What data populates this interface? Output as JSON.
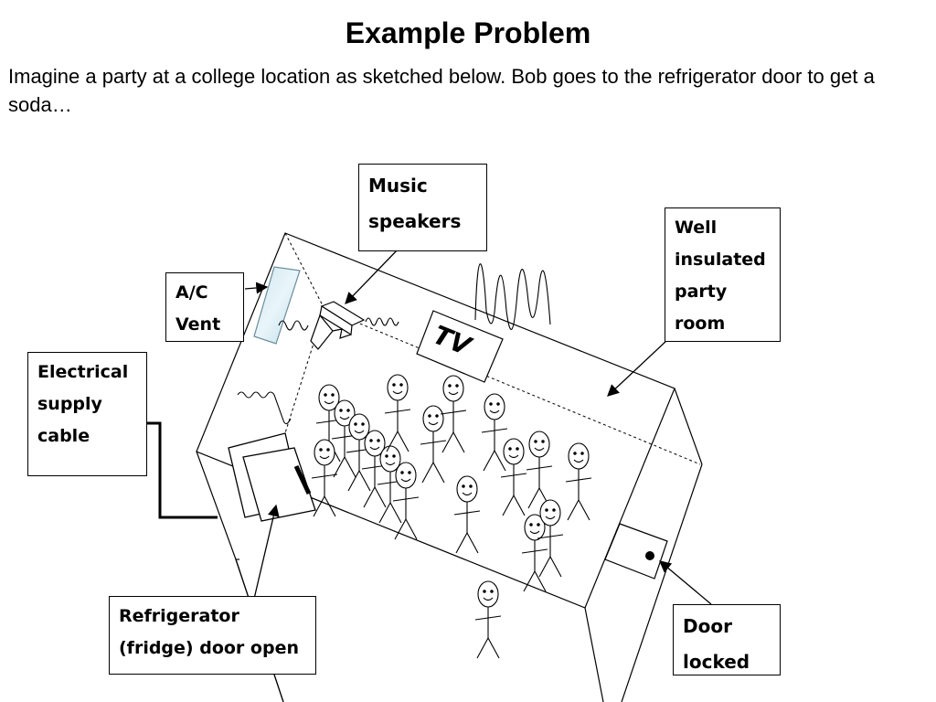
{
  "slide": {
    "title": "Example Problem",
    "intro": "Imagine a party at a college location as sketched below. Bob goes to the refrigerator door to get a soda…"
  },
  "labels": {
    "music_speakers": "Music\nspeakers",
    "well_insulated": "Well\ninsulated\nparty\nroom",
    "ac_vent": "A/C\nVent",
    "electrical_cable": "Electrical\nsupply\ncable",
    "fridge": "Refrigerator\n(fridge) door open",
    "door": "Door\nlocked",
    "tv": "TV"
  }
}
